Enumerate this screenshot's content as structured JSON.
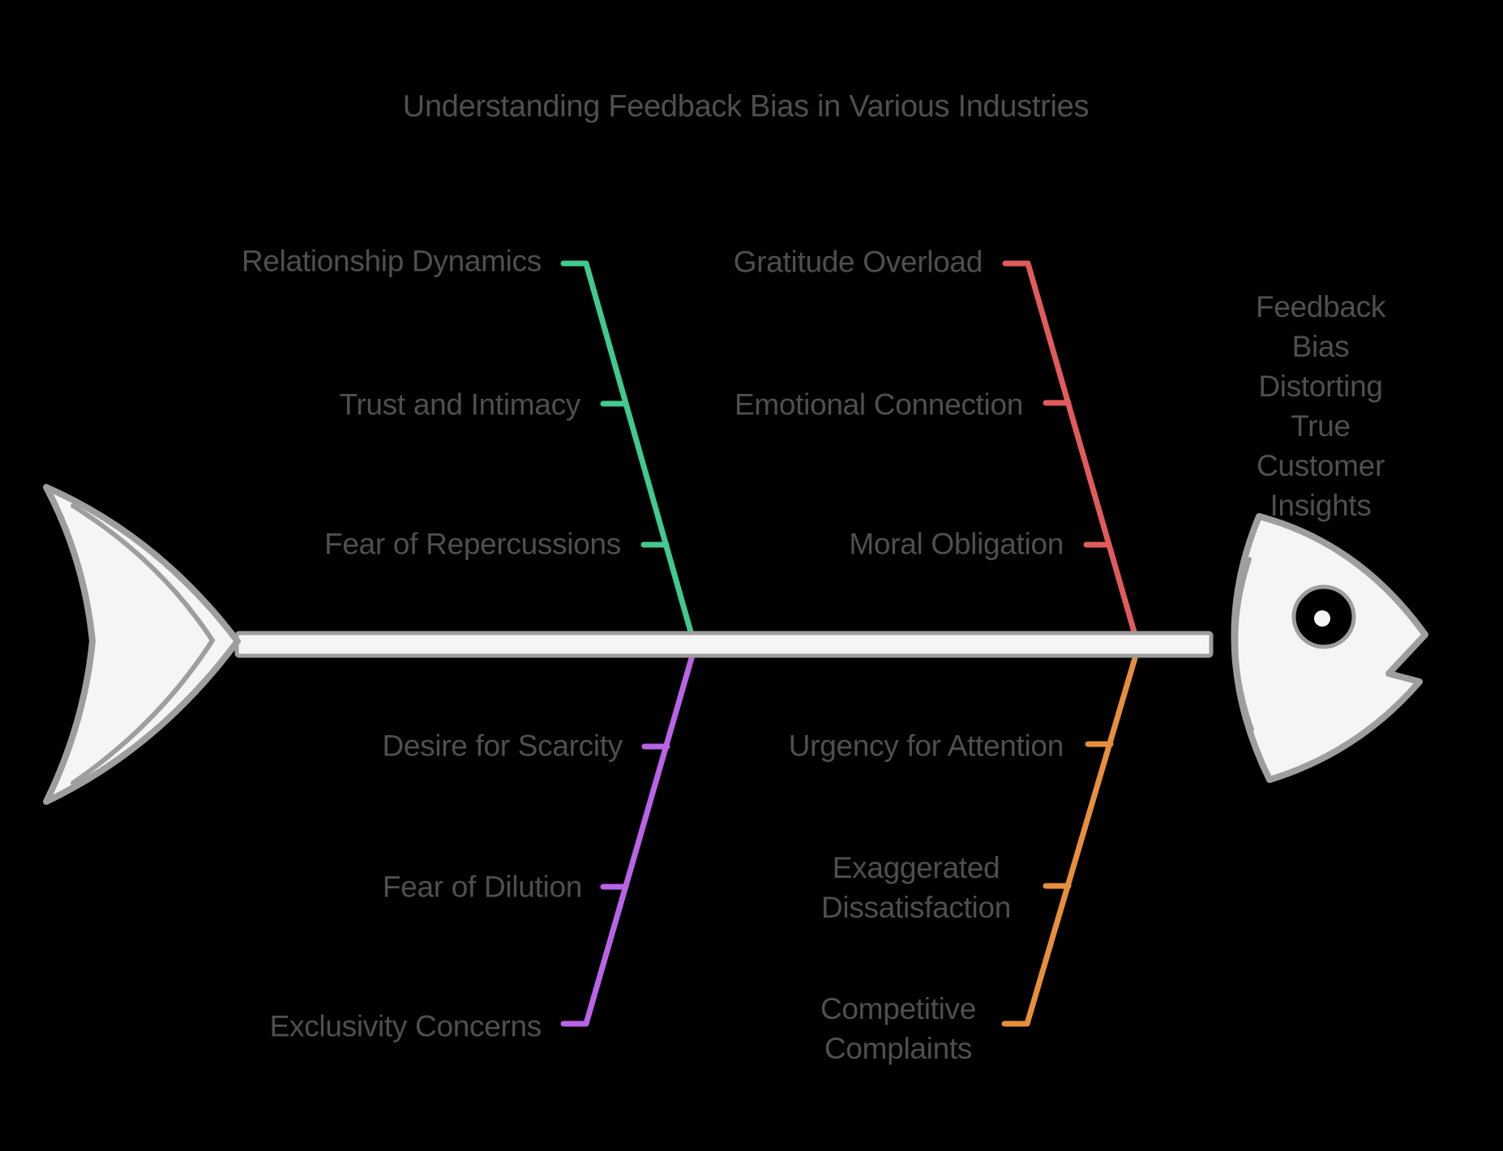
{
  "title": "Understanding Feedback Bias in Various Industries",
  "effect_label": "Feedback Bias\nDistorting True\nCustomer Insights",
  "colors": {
    "background": "#000000",
    "text": "#4f4f4f",
    "bone": "#9e9e9e",
    "fish_fill": "#f5f5f5",
    "top_left_branch": "#41c98e",
    "top_right_branch": "#e15b5b",
    "bottom_left_branch": "#b963e6",
    "bottom_right_branch": "#e78f3c"
  },
  "branches": {
    "top_left": {
      "label": "top-left",
      "items": [
        "Relationship Dynamics",
        "Trust and Intimacy",
        "Fear of Repercussions"
      ]
    },
    "top_right": {
      "label": "top-right",
      "items": [
        "Gratitude Overload",
        "Emotional Connection",
        "Moral Obligation"
      ]
    },
    "bottom_left": {
      "label": "bottom-left",
      "items": [
        "Desire for Scarcity",
        "Fear of Dilution",
        "Exclusivity Concerns"
      ]
    },
    "bottom_right": {
      "label": "bottom-right",
      "items": [
        "Urgency for Attention",
        "Exaggerated\nDissatisfaction",
        "Competitive\nComplaints"
      ]
    }
  }
}
